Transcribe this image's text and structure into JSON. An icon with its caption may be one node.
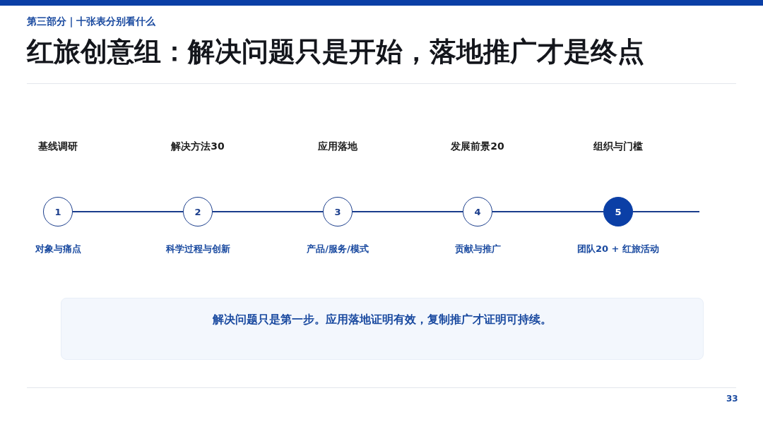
{
  "diagram": {
    "title": "红旅创意组：解决问题只是开始，落地推广才是终点",
    "nodes": [
      {
        "text": [
          "1"
        ],
        "beside": [
          "对象与痛点"
        ]
      },
      {
        "text": [
          "2"
        ],
        "beside": [
          "科学过程与创新"
        ]
      },
      {
        "text": [
          "3"
        ],
        "beside": [
          "产品/服务/模式"
        ]
      },
      {
        "text": [
          "4"
        ],
        "beside": [
          "贡献与推广"
        ]
      },
      {
        "text": [
          "5"
        ],
        "beside": [
          "团队20 + 红旅活动"
        ]
      },
      {
        "text": [
          "解决问题只是第一步。应用落地证明有效，复制推广才证明可持续。"
        ]
      }
    ],
    "edges": [
      {
        "from": 0,
        "to": 1,
        "arrow": "none"
      },
      {
        "from": 1,
        "to": 2,
        "arrow": "none"
      },
      {
        "from": 2,
        "to": 3,
        "arrow": "none"
      },
      {
        "from": 3,
        "to": 4,
        "arrow": "none"
      },
      {
        "from": 4,
        "to": null,
        "arrow": "none"
      }
    ],
    "labels": [
      "第三部分｜十张表分别看什么",
      "基线调研",
      "解决方法30",
      "应用落地",
      "发展前景20",
      "组织与门槛",
      "33"
    ]
  }
}
